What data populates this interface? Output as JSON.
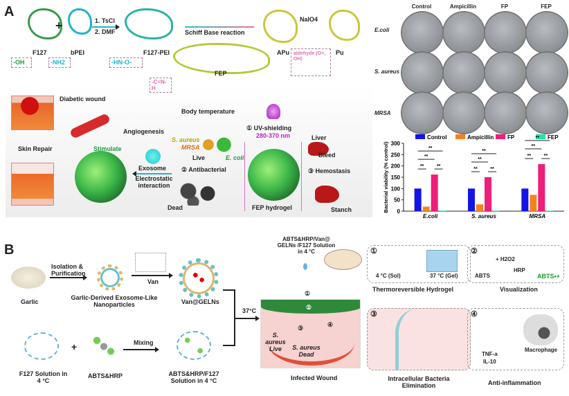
{
  "panel_a": {
    "label": "A",
    "synthesis": {
      "f127": "F127",
      "f127_group": "-OH",
      "bpei": "bPEI",
      "bpei_group": "-NH2",
      "step1": "1. TsCl",
      "step2": "2. DMF",
      "f127_pei": "F127-PEI",
      "f127_pei_group": "-HN-O-",
      "schiff": "Schiff Base reaction",
      "fep": "FEP",
      "fep_group": "-C=N- H",
      "apu": "APu",
      "pu": "Pu",
      "naio4": "NaIO4",
      "apu_group": "aldehyde (O=, OH)"
    },
    "mechanism": {
      "diabetic_wound": "Diabetic wound",
      "skin_repair": "Skin Repair",
      "angiogenesis": "Angiogenesis",
      "stimulate": "Stimulate",
      "exosome": "Exosome",
      "electrostatic": "Electrostatic interaction",
      "body_temp": "Body temperature",
      "s_aureus": "S. aureus",
      "mrsa": "MRSA",
      "live": "Live",
      "e_coli": "E. coli",
      "antibacterial": "② Antibacterial",
      "dead": "Dead",
      "uv": "① UV-shielding",
      "uv_range": "280-370 nm",
      "fep_hydrogel": "FEP hydrogel",
      "liver": "Liver",
      "bleed": "Bleed",
      "hemostasis": "③ Hemostasis",
      "stanch": "Stanch"
    },
    "plates": {
      "columns": [
        "Control",
        "Ampicillin",
        "FP",
        "FEP"
      ],
      "rows": [
        "E.coli",
        "S. aureus",
        "MRSA"
      ]
    }
  },
  "chart_data": {
    "type": "bar",
    "categories": [
      "E.coli",
      "S. aureus",
      "MRSA"
    ],
    "series": [
      {
        "name": "Control",
        "color": "#1414e6",
        "values": [
          100,
          100,
          100
        ]
      },
      {
        "name": "Ampicillin",
        "color": "#f5821f",
        "values": [
          20,
          30,
          72
        ]
      },
      {
        "name": "FP",
        "color": "#ee1e7a",
        "values": [
          162,
          150,
          208
        ]
      },
      {
        "name": "FEP",
        "color": "#27e0b0",
        "values": [
          2,
          2,
          2
        ]
      }
    ],
    "ylabel": "Bacterial viability (% control)",
    "ylim": [
      0,
      300
    ],
    "yticks": [
      "0",
      "50",
      "100",
      "150",
      "200",
      "250",
      "300"
    ],
    "significance": "**",
    "legend": "top"
  },
  "panel_b": {
    "label": "B",
    "garlic": "Garlic",
    "isolation": "Isolation & Purification",
    "gelns": "Garlic-Derived Exosome-Like Nanoparticles",
    "van": "Van",
    "van_gelns": "Van@GELNs",
    "f127_solution": "F127 Solution in 4 °C",
    "abts_hrp": "ABTS&HRP",
    "mixing": "Mixing",
    "abts_f127": "ABTS&HRP/F127 Solution in 4 °C",
    "temp37": "37°C",
    "injection": "ABTS&HRP/Van@ GELNs /F127 Solution in 4 °C",
    "wound": {
      "n1": "①",
      "n2": "②",
      "n3": "③",
      "n4": "④",
      "live": "S. aureus Live",
      "dead": "S. aureus Dead",
      "caption": "Infected Wound"
    },
    "box1": {
      "num": "①",
      "sol": "4 °C (Sol)",
      "gel": "37 °C (Gel)",
      "caption": "Thermoreversible Hydrogel"
    },
    "box2": {
      "num": "②",
      "h2o2": "+ H2O2",
      "hrp": "HRP",
      "abts": "ABTS",
      "abts_rad": "ABTS•+",
      "caption": "Visualization"
    },
    "box3": {
      "num": "③",
      "caption": "Intracellular Bacteria Elimination"
    },
    "box4": {
      "num": "④",
      "macrophage": "Macrophage",
      "tnf": "TNF-a",
      "il10": "IL-10",
      "caption": "Anti-inflammation"
    }
  }
}
